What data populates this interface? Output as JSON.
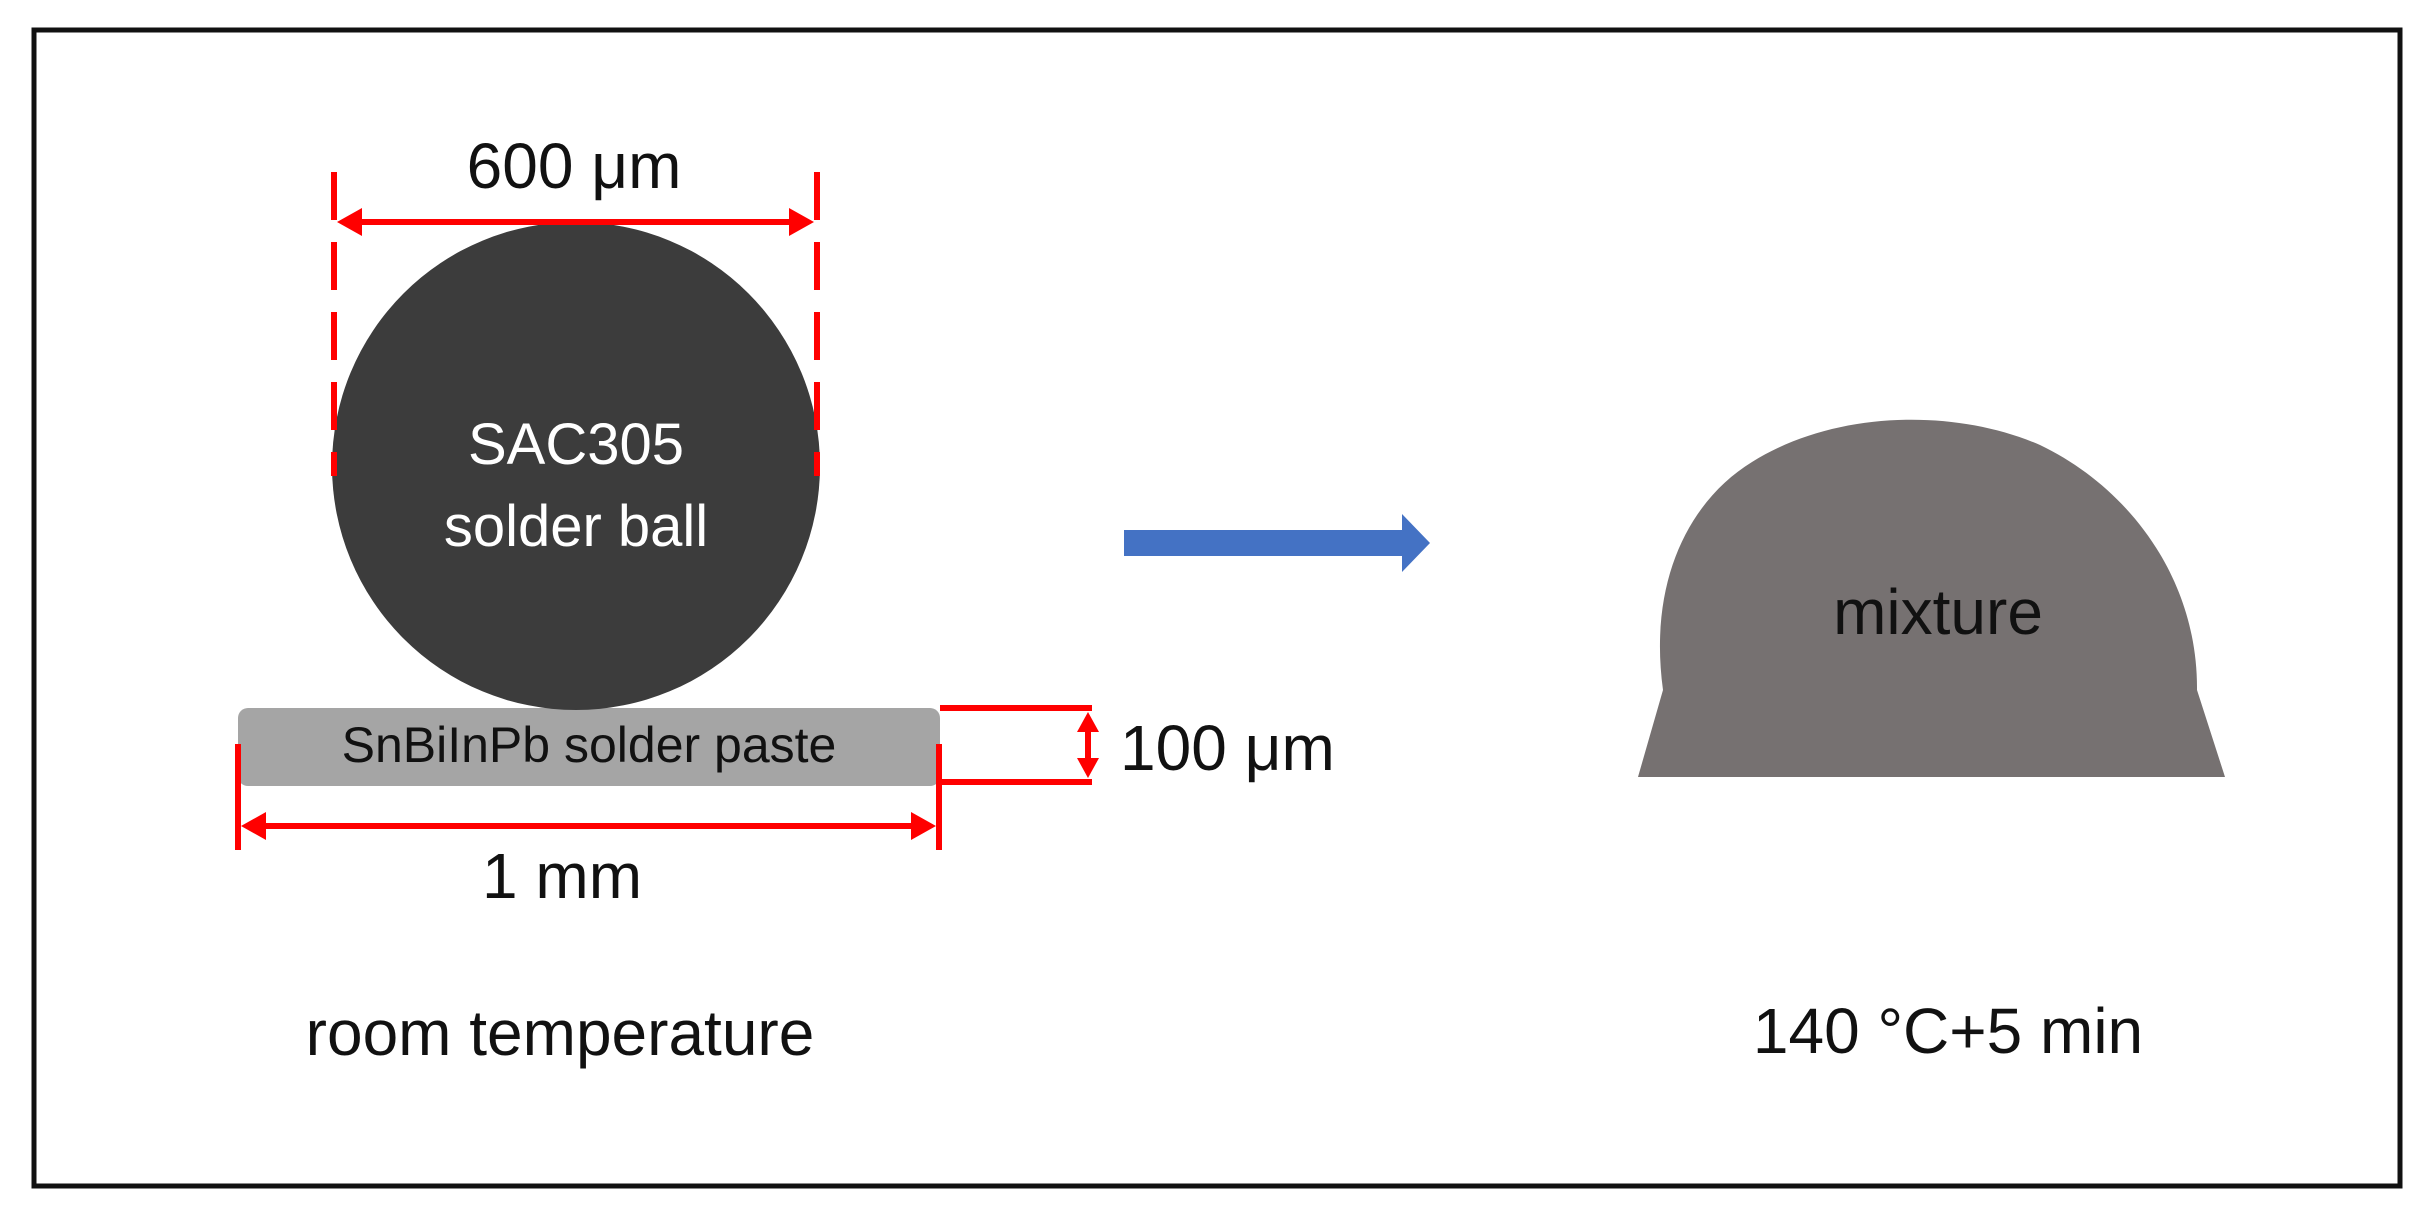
{
  "labels": {
    "ball_diameter": "600 μm",
    "ball_line1": "SAC305",
    "ball_line2": "solder ball",
    "paste": "SnBiInPb solder paste",
    "paste_thickness": "100 μm",
    "paste_width": "1 mm",
    "left_condition": "room temperature",
    "right_label": "mixture",
    "right_condition": "140 °C+5 min"
  },
  "colors": {
    "frame": "#111111",
    "solder_ball": "#3c3c3c",
    "paste": "#a5a5a5",
    "mixture": "#767171",
    "dimension": "#ff0000",
    "arrow": "#4472c4",
    "text_dark": "#111111",
    "text_light": "#ffffff"
  }
}
